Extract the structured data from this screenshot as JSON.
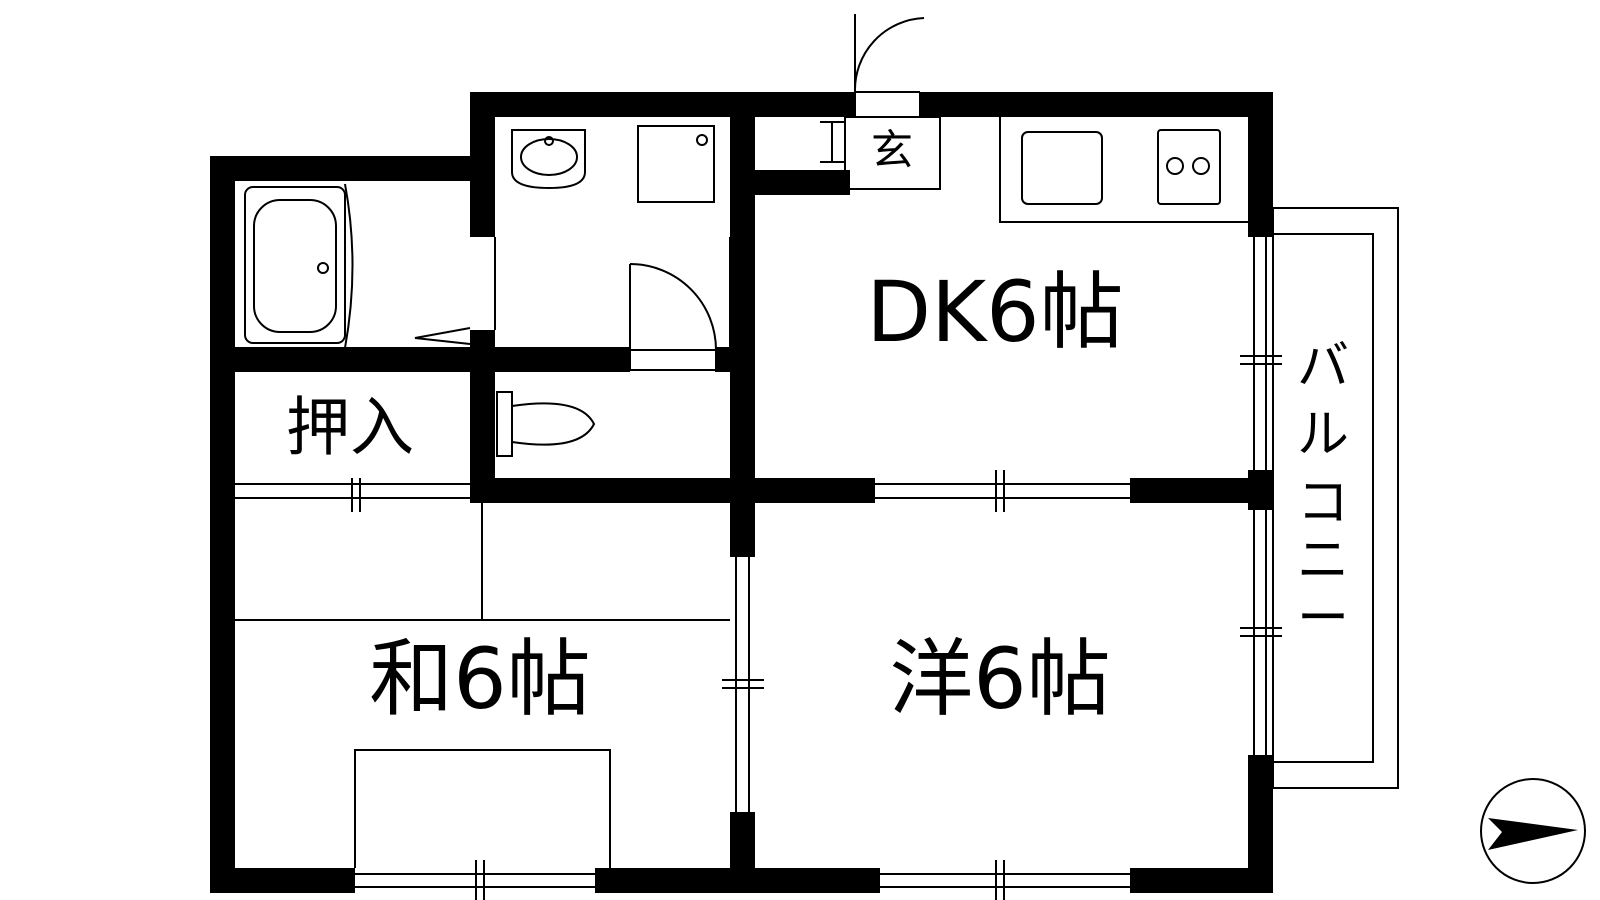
{
  "rooms": {
    "dk": "DK6帖",
    "washitsu": "和6帖",
    "youshitsu": "洋6帖",
    "oshiire": "押入",
    "genkan": "玄"
  },
  "balcony": {
    "label": [
      "バ",
      "ル",
      "コ",
      "ニ",
      "ー"
    ]
  },
  "icons": {
    "compass": "north-arrow-icon",
    "bathtub": "bathtub-icon",
    "sink": "washbasin-icon",
    "toilet": "toilet-icon",
    "stove": "gas-stove-icon",
    "kitchen_sink": "kitchen-sink-icon",
    "washer": "washing-machine-pan-icon"
  },
  "colors": {
    "wall": "#000000",
    "background": "#ffffff"
  }
}
